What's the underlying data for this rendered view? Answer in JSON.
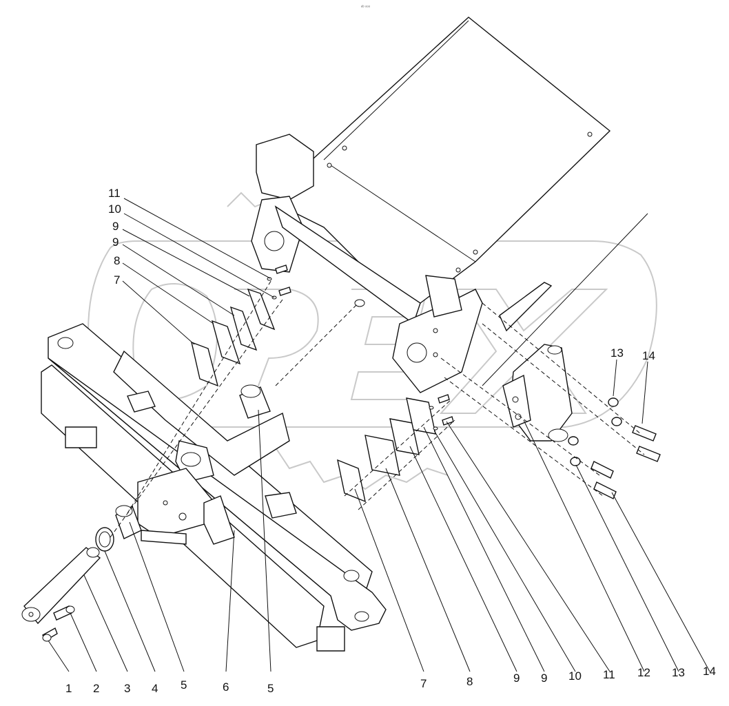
{
  "header_mark": "ᵉᵇ ᵒᵒᵒ",
  "watermark": "OPEX",
  "callouts": {
    "left": [
      "11",
      "10",
      "9",
      "9",
      "8",
      "7"
    ],
    "right_upper": [
      "13",
      "14"
    ],
    "bottom": [
      "1",
      "2",
      "3",
      "4",
      "5",
      "6",
      "5",
      "7",
      "8",
      "9",
      "9",
      "10",
      "11",
      "12",
      "13",
      "14"
    ]
  }
}
